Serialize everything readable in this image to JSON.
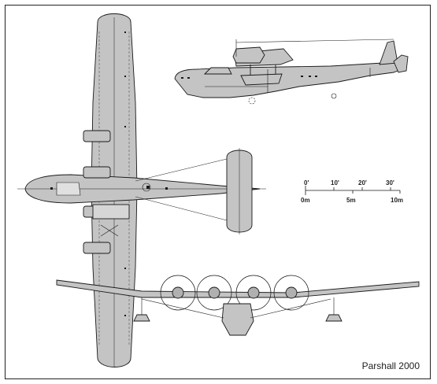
{
  "signature": "Parshall 2000",
  "scale": {
    "feet_labels": [
      "0'",
      "10'",
      "20'",
      "30'"
    ],
    "metre_labels": [
      "0m",
      "5m",
      "10m"
    ]
  },
  "colors": {
    "fill": "#c4c4c4",
    "line": "#1a1a1a",
    "background": "#ffffff"
  }
}
